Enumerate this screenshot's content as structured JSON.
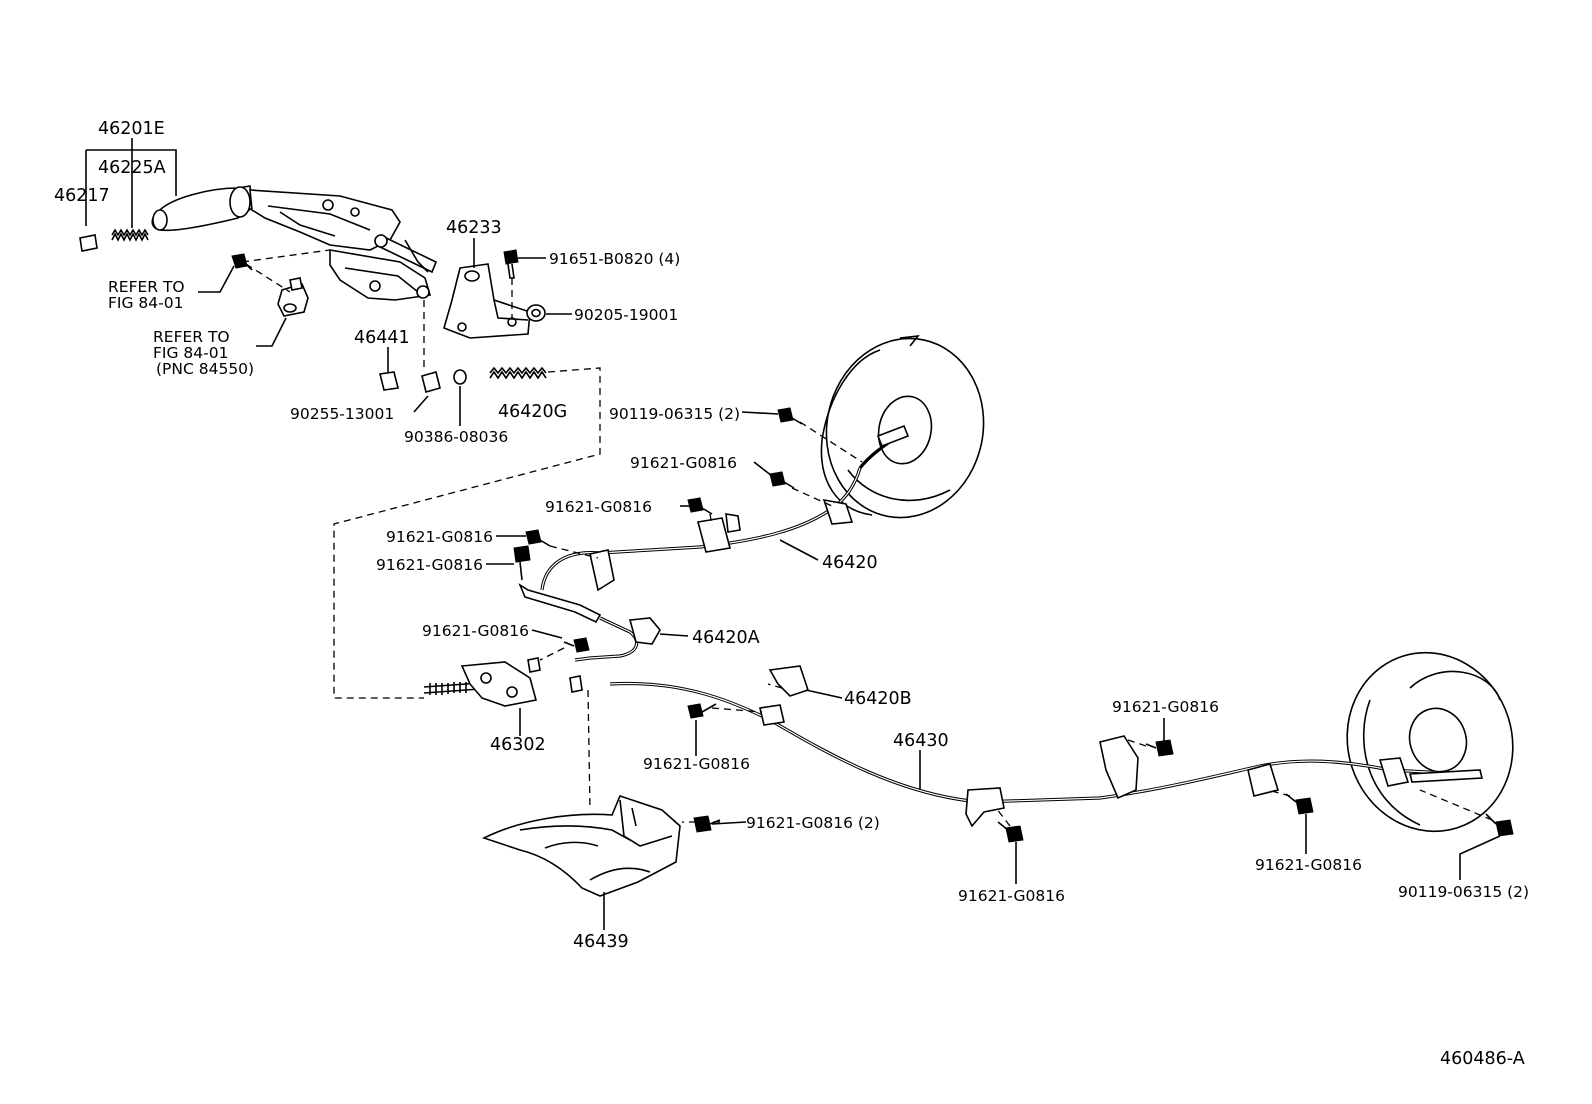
{
  "diagram": {
    "parts": [
      {
        "id": "p46201E",
        "label": "46201E"
      },
      {
        "id": "p46225A",
        "label": "46225A"
      },
      {
        "id": "p46217",
        "label": "46217"
      },
      {
        "id": "p46233",
        "label": "46233"
      },
      {
        "id": "p91651",
        "label": "91651-B0820 (4)"
      },
      {
        "id": "p90205",
        "label": "90205-19001"
      },
      {
        "id": "p46441",
        "label": "46441"
      },
      {
        "id": "p90255",
        "label": "90255-13001"
      },
      {
        "id": "p90386",
        "label": "90386-08036"
      },
      {
        "id": "p46420G",
        "label": "46420G"
      },
      {
        "id": "p90119a",
        "label": "90119-06315 (2)"
      },
      {
        "id": "p91621a",
        "label": "91621-G0816"
      },
      {
        "id": "p91621b",
        "label": "91621-G0816"
      },
      {
        "id": "p91621c",
        "label": "91621-G0816"
      },
      {
        "id": "p91621d",
        "label": "91621-G0816"
      },
      {
        "id": "p46420",
        "label": "46420"
      },
      {
        "id": "p91621e",
        "label": "91621-G0816"
      },
      {
        "id": "p46420A",
        "label": "46420A"
      },
      {
        "id": "p46420B",
        "label": "46420B"
      },
      {
        "id": "p46302",
        "label": "46302"
      },
      {
        "id": "p91621f",
        "label": "91621-G0816"
      },
      {
        "id": "p46430",
        "label": "46430"
      },
      {
        "id": "p91621g",
        "label": "91621-G0816"
      },
      {
        "id": "p91621h",
        "label": "91621-G0816 (2)"
      },
      {
        "id": "p91621i",
        "label": "91621-G0816"
      },
      {
        "id": "p91621j",
        "label": "91621-G0816"
      },
      {
        "id": "p90119b",
        "label": "90119-06315 (2)"
      },
      {
        "id": "p46439",
        "label": "46439"
      }
    ],
    "references": [
      {
        "line1": "REFER TO",
        "line2": "FIG 84-01"
      },
      {
        "line1": "REFER TO",
        "line2": "FIG 84-01",
        "line3": "(PNC 84550)"
      }
    ],
    "figure_code": "460486-A"
  }
}
